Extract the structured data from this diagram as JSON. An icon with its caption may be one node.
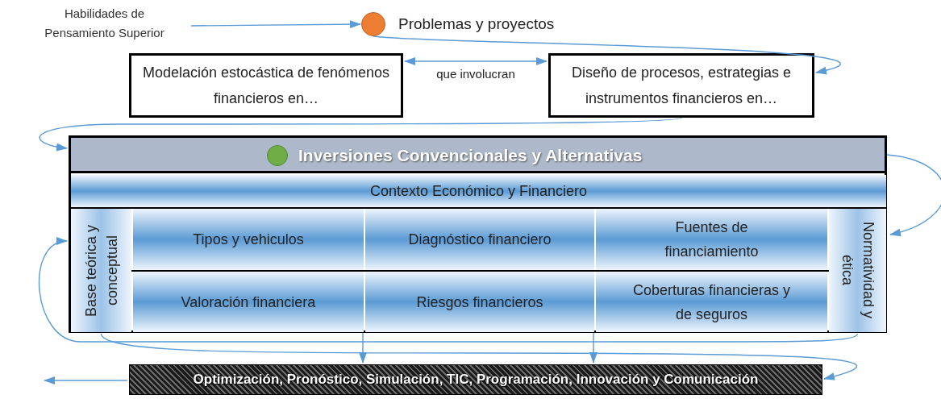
{
  "diagram": {
    "nodes": [
      {
        "text": [
          "Habilidades de Pensamiento Superior"
        ]
      },
      {
        "text": [],
        "shape": "circle",
        "beside": [
          "Problemas y proyectos"
        ]
      },
      {
        "text": [
          "Modelación estocástica de fenómenos financieros en…"
        ]
      },
      {
        "text": [
          "Diseño de procesos, estrategias e instrumentos financieros en…"
        ]
      },
      {
        "text": [
          "Inversiones Convencionales y Alternativas"
        ]
      },
      {
        "text": [],
        "shape": "circle",
        "in": 4
      },
      {
        "text": [
          "Contexto Económico y Financiero"
        ],
        "in": 4
      },
      {
        "text": [
          "Base teórica y conceptual"
        ],
        "in": 4
      },
      {
        "text": [
          "Tipos y vehiculos"
        ],
        "in": 4
      },
      {
        "text": [
          "Diagnóstico financiero"
        ],
        "in": 4
      },
      {
        "text": [
          "Fuentes de financiamiento"
        ],
        "in": 4
      },
      {
        "text": [
          "Valoración financiera"
        ],
        "in": 4
      },
      {
        "text": [
          "Riesgos financieros"
        ],
        "in": 4
      },
      {
        "text": [
          "Coberturas financieras y de seguros"
        ],
        "in": 4
      },
      {
        "text": [
          "Normatividad y ética"
        ],
        "in": 4
      },
      {
        "text": [
          "Optimización, Pronóstico, Simulación, TIC, Programación, Innovación y Comunicación"
        ]
      }
    ],
    "edges": [
      {
        "from": 0,
        "to": 1,
        "arrow": "to"
      },
      {
        "from": 1,
        "to": 3,
        "arrow": "to"
      },
      {
        "from": 2,
        "to": 3,
        "arrow": "both",
        "label": "que involucran"
      },
      {
        "from": 3,
        "to": 4,
        "arrow": "to"
      },
      {
        "from": 4,
        "to": 14,
        "arrow": "to"
      },
      {
        "from": 14,
        "to": 7,
        "arrow": "to"
      },
      {
        "from": 7,
        "to": 15,
        "arrow": "to"
      },
      {
        "from": 15,
        "to": null,
        "arrow": "to"
      },
      {
        "from": 4,
        "to": 15,
        "arrow": "to"
      },
      {
        "from": 4,
        "to": 15,
        "arrow": "to"
      }
    ]
  }
}
